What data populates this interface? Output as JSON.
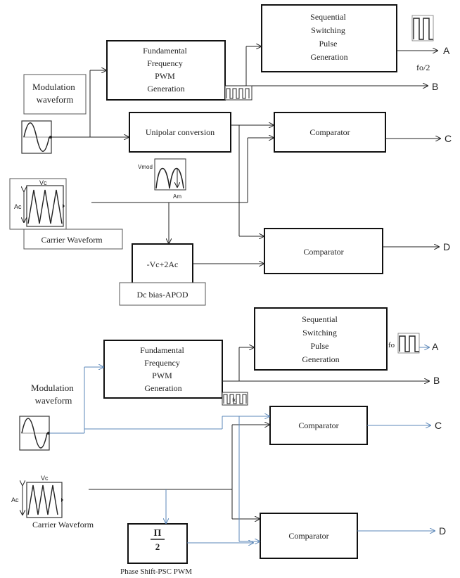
{
  "top": {
    "blocks": {
      "fundamental": [
        "Fundamental",
        "Frequency",
        "PWM",
        "Generation"
      ],
      "sequential": [
        "Sequential",
        "Switching",
        "Pulse",
        "Generation"
      ],
      "unipolar": "Unipolar conversion",
      "comparator_c": "Comparator",
      "comparator_d": "Comparator",
      "dc_bias": "-Vc+2Ac"
    },
    "labels": {
      "modulation": [
        "Modulation",
        "waveform"
      ],
      "carrier": "Carrier  Waveform",
      "dc_bias_apod": "Dc bias-APOD",
      "vc": "Vc",
      "ac": "Ac",
      "vmod": "Vmod",
      "am": "Am",
      "fo2": "fo/2"
    },
    "outputs": [
      "A",
      "B",
      "C",
      "D"
    ]
  },
  "bottom": {
    "blocks": {
      "fundamental": [
        "Fundamental",
        "Frequency",
        "PWM",
        "Generation"
      ],
      "sequential": [
        "Sequential",
        "Switching",
        "Pulse",
        "Generation"
      ],
      "comparator_c": "Comparator",
      "comparator_d": "Comparator",
      "phase_num": "Π",
      "phase_den": "2"
    },
    "labels": {
      "modulation": [
        "Modulation",
        "waveform"
      ],
      "carrier": "Carrier  Waveform",
      "phase_shift": "Phase Shift-PSC PWM",
      "vc": "Vc",
      "ac": "Ac",
      "fo": "fo",
      "fo_small": "fo"
    },
    "outputs": [
      "A",
      "B",
      "C",
      "D"
    ]
  },
  "colors": {
    "black_wire": "#222222",
    "blue_wire": "#5b87b8"
  }
}
